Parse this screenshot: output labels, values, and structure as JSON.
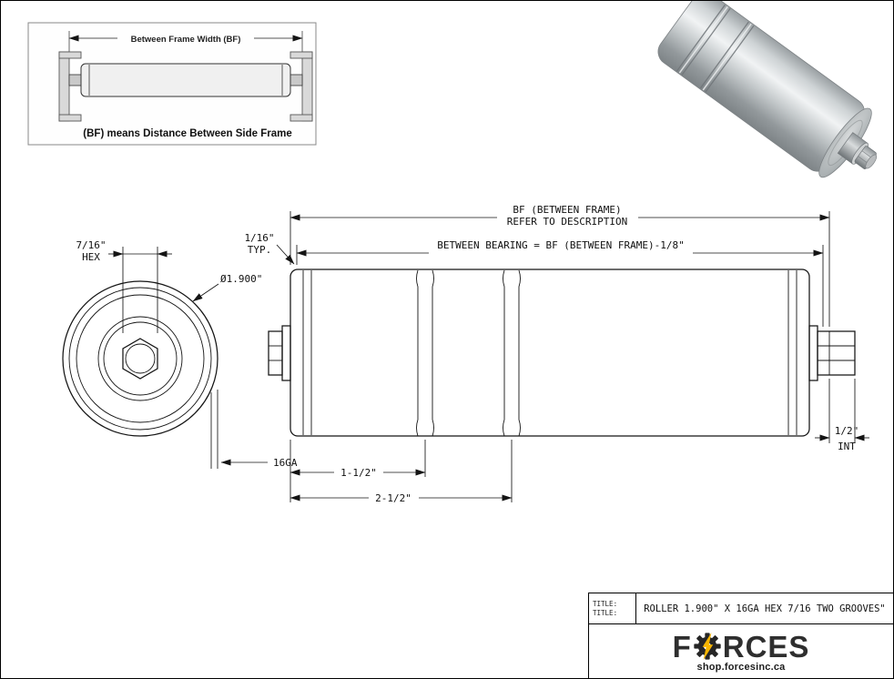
{
  "inset": {
    "dimension_label": "Between Frame Width (BF)",
    "caption": "(BF) means Distance Between Side Frame"
  },
  "front_view": {
    "hex_dim": "7/16\"",
    "hex_dim_suffix": "HEX",
    "diameter_label": "Ø1.900\"",
    "gauge_label": "16GA"
  },
  "side_view": {
    "bf_dim_line1": "BF (BETWEEN FRAME)",
    "bf_dim_line2": "REFER TO DESCRIPTION",
    "typ_dim_line1": "1/16\"",
    "typ_dim_line2": "TYP.",
    "between_bearing_dim": "BETWEEN BEARING = BF (BETWEEN FRAME)-1/8\"",
    "int_dim_line1": "1/2\"",
    "int_dim_line2": "INT",
    "groove1_dim": "1-1/2\"",
    "groove2_dim": "2-1/2\""
  },
  "title_block": {
    "field_label_line1": "TITLE:",
    "field_label_line2": "TITLE:",
    "title": "ROLLER 1.900\" X 16GA HEX 7/16 TWO GROOVES\"",
    "brand_prefix": "F",
    "brand_suffix": "RCES",
    "website": "shop.forcesinc.ca",
    "accent_color": "#f7b500",
    "ink_color": "#262626"
  }
}
